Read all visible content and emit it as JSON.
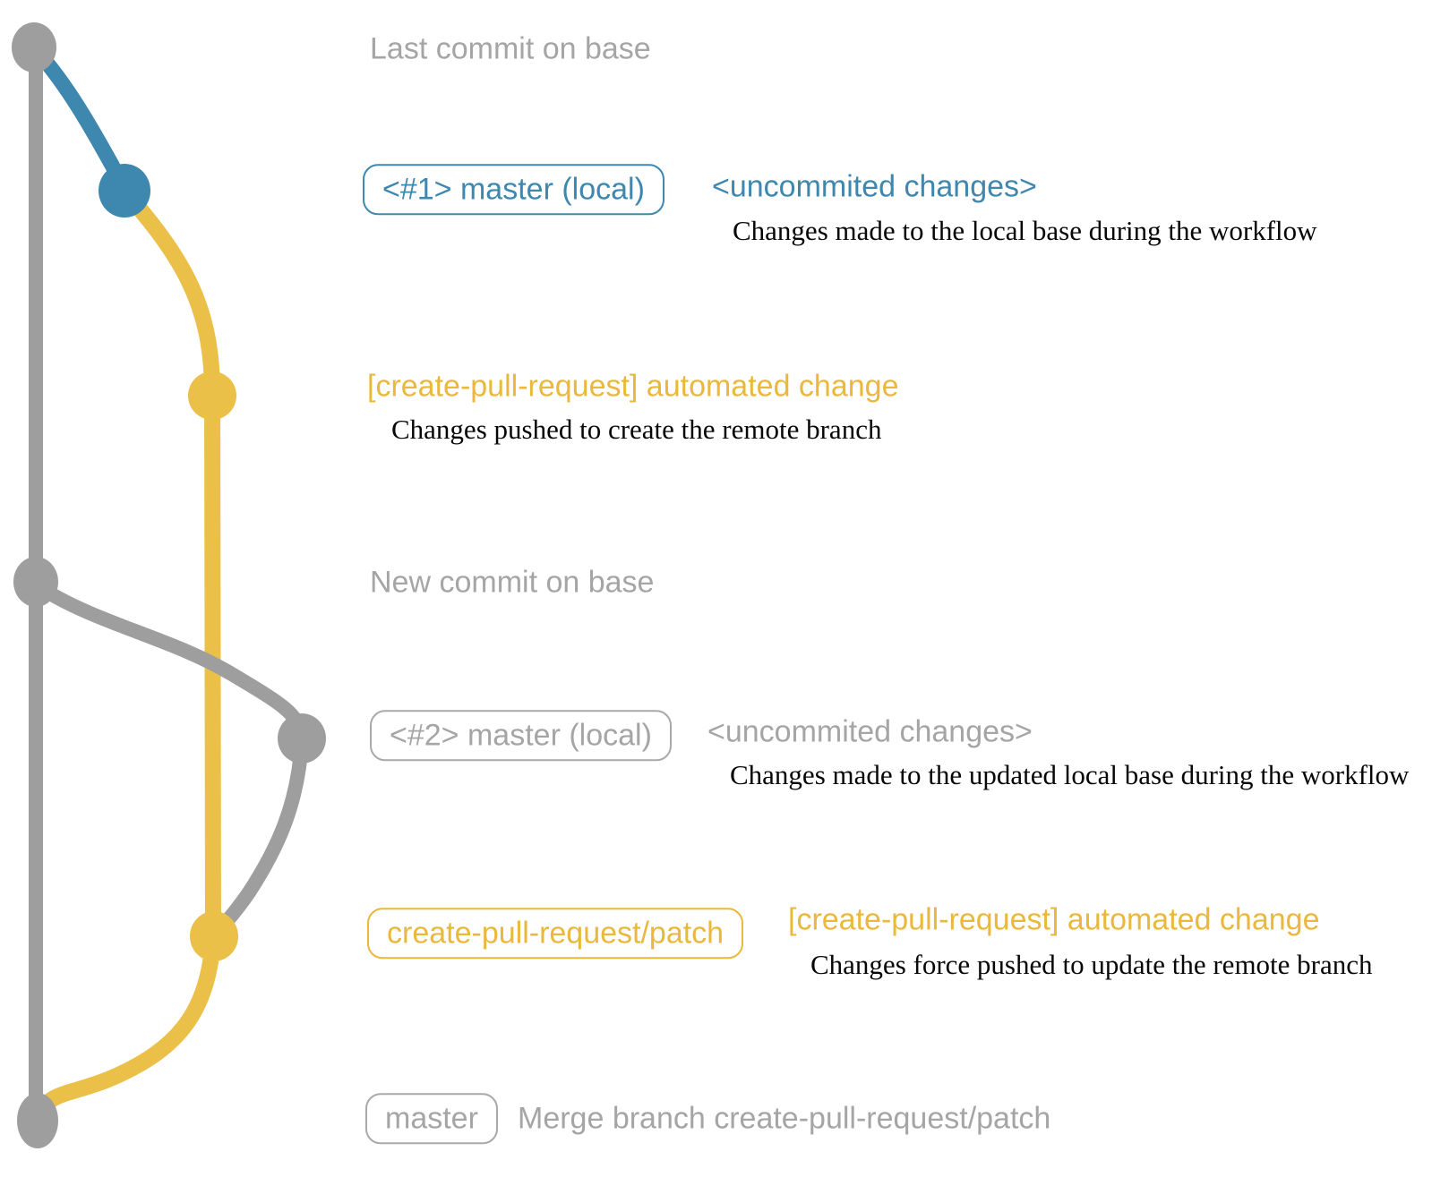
{
  "diagram_title": "create-pull-request action git workflow diagram",
  "colors": {
    "base_branch_gray": "#9e9e9e",
    "local_change_blue": "#3e87ae",
    "pr_branch_yellow": "#eac049",
    "gray_text": "#a5a5a5",
    "description_black": "#070707"
  },
  "rows": {
    "last_commit": {
      "title": "Last commit on base"
    },
    "commit1": {
      "badge": "<#1> master (local)",
      "message": "<uncommited changes>",
      "description": "Changes made to the local base during the workflow"
    },
    "push1": {
      "message": "[create-pull-request] automated change",
      "description": "Changes pushed to create the remote branch"
    },
    "new_commit": {
      "title": "New commit on base"
    },
    "commit2": {
      "badge": "<#2> master (local)",
      "message": "<uncommited changes>",
      "description": "Changes made to the updated local base during the workflow"
    },
    "push2": {
      "badge": "create-pull-request/patch",
      "message": "[create-pull-request] automated change",
      "description": "Changes force pushed to update the remote branch"
    },
    "merge": {
      "badge": "master",
      "message": "Merge branch create-pull-request/patch"
    }
  },
  "graph_nodes": [
    "last-commit-on-base",
    "local-uncommitted-commit-1",
    "pushed-commit-1",
    "new-commit-on-base",
    "local-uncommitted-commit-2",
    "force-pushed-commit-2",
    "merge-commit"
  ]
}
